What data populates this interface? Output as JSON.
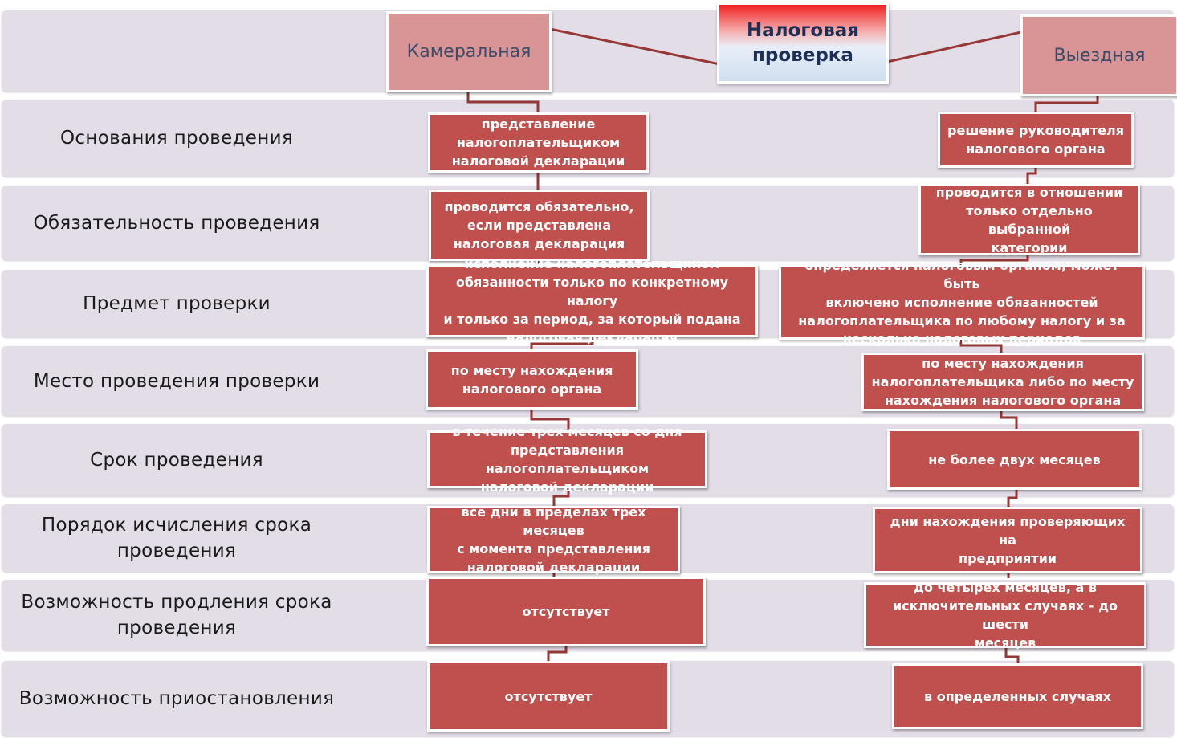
{
  "title": "Налоговая\nпроверка",
  "left_header": "Камеральная",
  "right_header": "Выездная",
  "rows": [
    {
      "label": "Основания проведения",
      "left": "представление\nналогоплательщиком\nналоговой декларации",
      "right": "решение руководителя\nналогового органа"
    },
    {
      "label": "Обязательность проведения",
      "left": "проводится обязательно,\nесли представлена\nналоговая декларация",
      "right": "проводится в отношении\nтолько отдельно выбранной\nкатегории"
    },
    {
      "label": "Предмет проверки",
      "left": "исполнение налогоплательщиком\nобязанности только по конкретному налогу\nи только за  период, за который подана\nналоговая декларация",
      "right": "определяется налоговым органом, может быть\nвключено исполнение  обязанностей\nналогоплательщика по любому налогу и за\nнесколько налоговых периодов"
    },
    {
      "label": "Место проведения проверки",
      "left": "по месту нахождения\nналогового органа",
      "right": "по месту нахождения\nналогоплательщика либо по месту\nнахождения налогового органа"
    },
    {
      "label": "Срок проведения",
      "left": "в течение трех месяцев со дня\nпредставления налогоплательщиком\nналоговой декларации",
      "right": "не  более двух месяцев"
    },
    {
      "label": "Порядок исчисления срока\nпроведения",
      "left": "все дни в пределах трех месяцев\nс момента представления\nналоговой декларации",
      "right": "дни нахождения проверяющих на\nпредприятии"
    },
    {
      "label": "Возможность продления  срока\nпроведения",
      "left": "отсутствует",
      "right": "до четырех месяцев, а в\nисключительных случаях - до шести\nмесяцев"
    },
    {
      "label": "Возможность приостановления",
      "left": "отсутствует",
      "right": "в определенных случаях"
    }
  ]
}
